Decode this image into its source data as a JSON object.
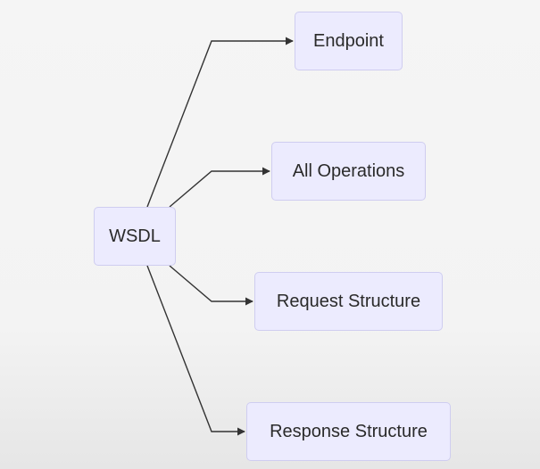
{
  "diagram": {
    "root": {
      "label": "WSDL"
    },
    "children": [
      {
        "label": "Endpoint"
      },
      {
        "label": "All Operations"
      },
      {
        "label": "Request Structure"
      },
      {
        "label": "Response Structure"
      }
    ]
  },
  "colors": {
    "node_fill": "#ecebfe",
    "node_border": "#cfcdf0",
    "edge": "#333333",
    "text": "#2a2a2a"
  }
}
